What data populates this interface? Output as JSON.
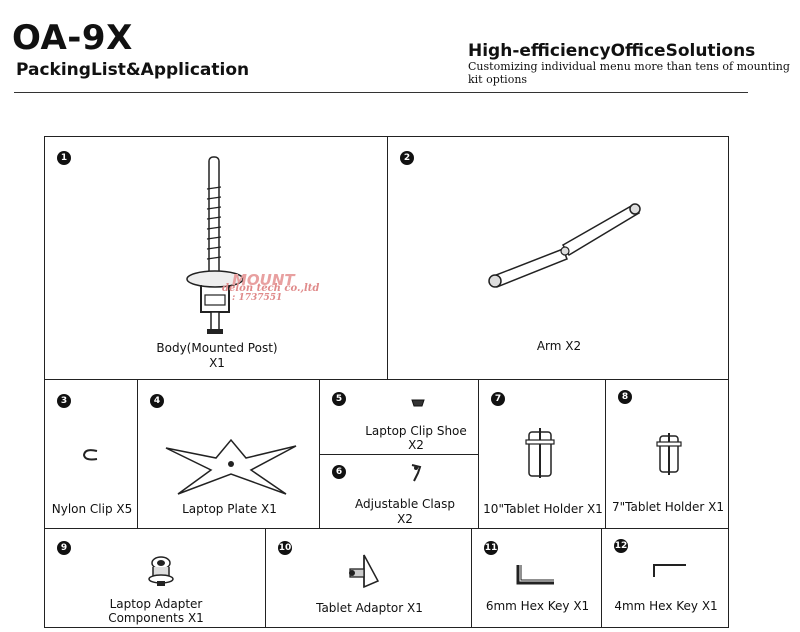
{
  "header": {
    "model": "OA-9X",
    "subtitle": "PackingList&Application",
    "right_title": "High-efficiencyOfficeSolutions",
    "right_subtitle": "Customizing individual menu more than tens of mounting kit options"
  },
  "watermark": {
    "line1": "MOUNT",
    "line2": "delon tech co.,ltd",
    "line3": ": 1737551"
  },
  "items": [
    {
      "num": "1",
      "line1": "Body(Mounted Post)",
      "line2": "X1"
    },
    {
      "num": "2",
      "line1": "Arm X2",
      "line2": ""
    },
    {
      "num": "3",
      "line1": "Nylon Clip X5",
      "line2": ""
    },
    {
      "num": "4",
      "line1": "Laptop Plate X1",
      "line2": ""
    },
    {
      "num": "5",
      "line1": "Laptop Clip Shoe",
      "line2": "X2"
    },
    {
      "num": "6",
      "line1": "Adjustable Clasp",
      "line2": "X2"
    },
    {
      "num": "7",
      "line1": "10\"Tablet Holder X1",
      "line2": ""
    },
    {
      "num": "8",
      "line1": "7\"Tablet Holder X1",
      "line2": ""
    },
    {
      "num": "9",
      "line1": "Laptop Adapter",
      "line2": "Components X1"
    },
    {
      "num": "10",
      "line1": "Tablet Adaptor X1",
      "line2": ""
    },
    {
      "num": "11",
      "line1": "6mm Hex Key X1",
      "line2": ""
    },
    {
      "num": "12",
      "line1": "4mm Hex Key X1",
      "line2": ""
    }
  ]
}
